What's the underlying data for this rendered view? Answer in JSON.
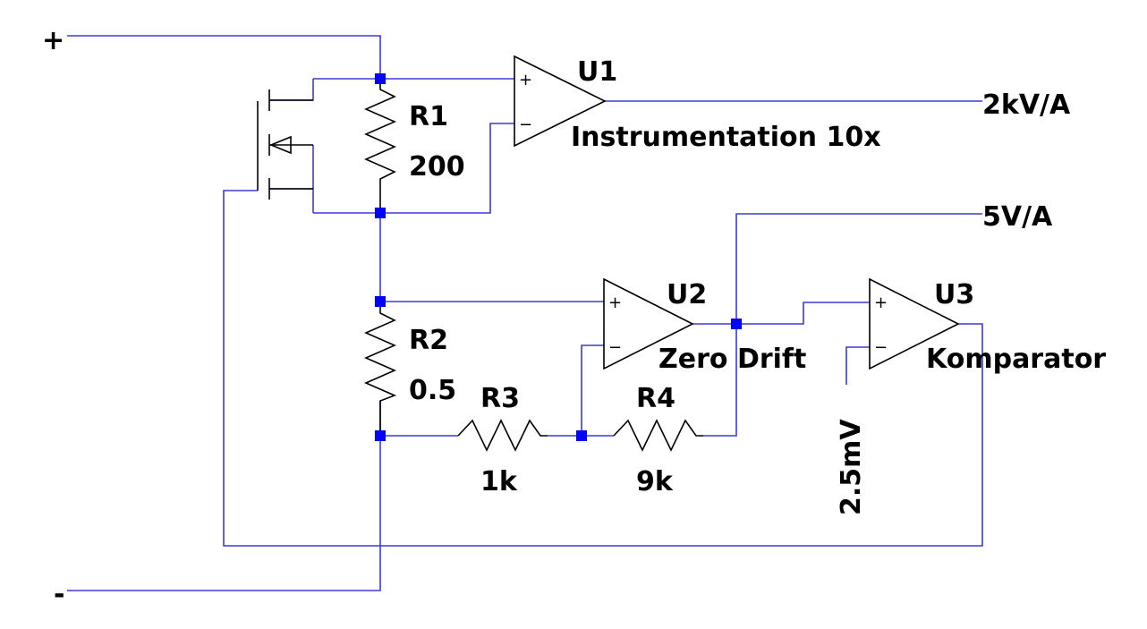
{
  "colors": {
    "wire": "#3c3cd0",
    "component": "#000000",
    "junction": "#0000ff",
    "background": "#ffffff"
  },
  "rails": {
    "positive": "+",
    "negative": "-"
  },
  "outputs": {
    "high_gain": "2kV/A",
    "low_gain": "5V/A"
  },
  "opamps": {
    "u1": {
      "ref": "U1",
      "value": "Instrumentation 10x",
      "in_plus": "+",
      "in_minus": "−"
    },
    "u2": {
      "ref": "U2",
      "value": "Zero Drift",
      "in_plus": "+",
      "in_minus": "−"
    },
    "u3": {
      "ref": "U3",
      "value": "Komparator",
      "in_plus": "+",
      "in_minus": "−"
    }
  },
  "resistors": {
    "r1": {
      "ref": "R1",
      "value": "200"
    },
    "r2": {
      "ref": "R2",
      "value": "0.5"
    },
    "r3": {
      "ref": "R3",
      "value": "1k"
    },
    "r4": {
      "ref": "R4",
      "value": "9k"
    }
  },
  "reference": {
    "value": "2.5mV"
  },
  "transistor": {
    "icon": "nmos-switch-icon"
  }
}
